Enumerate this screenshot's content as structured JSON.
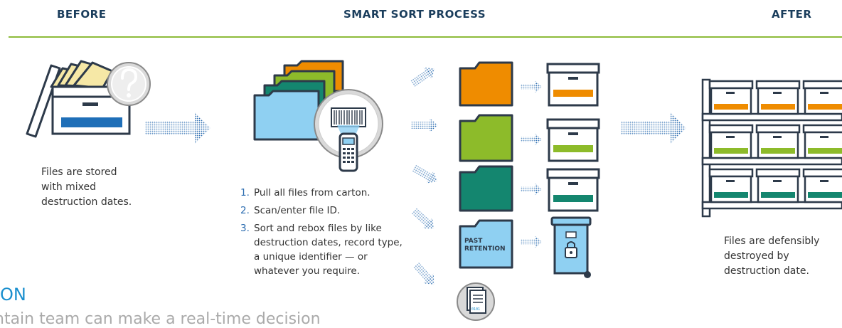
{
  "headers": {
    "before": "BEFORE",
    "process": "SMART SORT PROCESS",
    "after": "AFTER"
  },
  "before_caption": [
    "Files are stored",
    "with mixed",
    "destruction dates."
  ],
  "steps": [
    {
      "num": "1.",
      "text": "Pull all files from carton."
    },
    {
      "num": "2.",
      "text": "Scan/enter file ID."
    },
    {
      "num": "3.",
      "text": "Sort and rebox files by like destruction dates, record type, a unique identifier — or whatever you require."
    }
  ],
  "past_retention": [
    "PAST",
    "RETENTION"
  ],
  "after_caption": [
    "Files are defensibly",
    "destroyed by",
    "destruction date."
  ],
  "cut_heading": "ON",
  "cut_line": "ntain team can make a real-time decision",
  "colors": {
    "orange": "#ef8c00",
    "green": "#8dbb2a",
    "teal": "#14866f",
    "blue": "#8fd0f2",
    "navy": "#2d3a4a",
    "accent_blue": "#1a8fce"
  }
}
